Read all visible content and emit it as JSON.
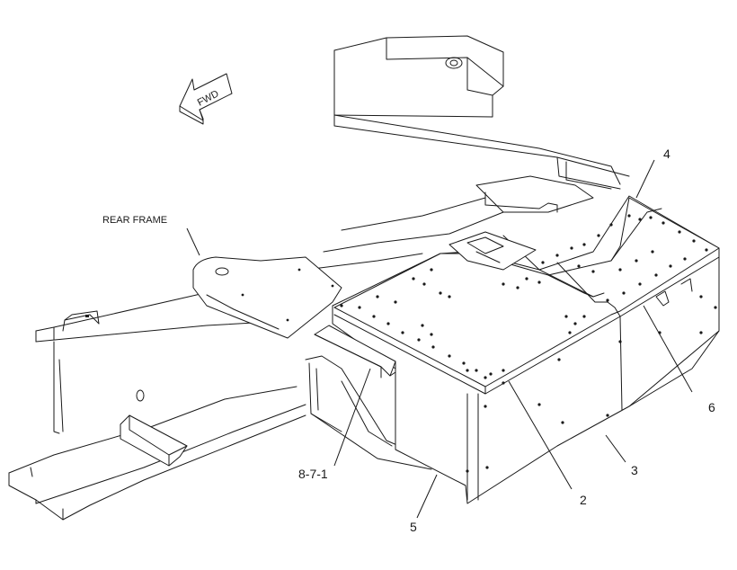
{
  "callouts": {
    "c4": "4",
    "c6": "6",
    "c2": "2",
    "c3": "3",
    "c5": "5",
    "c871": "8-7-1"
  },
  "labels": {
    "rear_frame": "REAR FRAME",
    "fwd": "FWD"
  }
}
